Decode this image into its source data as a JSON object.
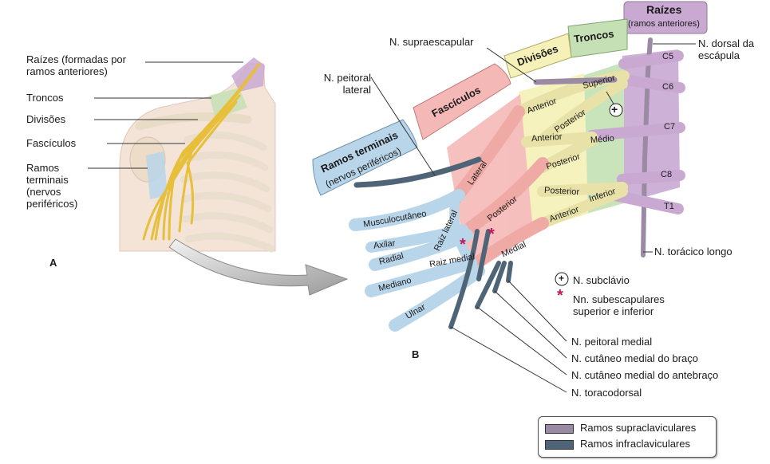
{
  "panel_a": {
    "letter": "A",
    "labels": {
      "roots": "Raízes (formadas por ramos anteriores)",
      "trunks": "Troncos",
      "divisions": "Divisões",
      "cords": "Fascículos",
      "terminal": "Ramos terminais (nervos periféricos)"
    }
  },
  "panel_b": {
    "letter": "B",
    "banners": {
      "roots_title": "Raízes",
      "roots_sub": "(ramos anteriores)",
      "trunks": "Troncos",
      "divisions": "Divisões",
      "cords": "Fascículos",
      "terminal_title": "Ramos terminais",
      "terminal_sub": "(nervos periféricos)"
    },
    "roots": [
      "C5",
      "C6",
      "C7",
      "C8",
      "T1"
    ],
    "trunks": [
      "Superior",
      "Médio",
      "Inferior"
    ],
    "divisions": [
      "Anterior",
      "Posterior",
      "Anterior",
      "Posterior",
      "Posterior",
      "Anterior"
    ],
    "cords": [
      "Lateral",
      "Posterior",
      "Medial"
    ],
    "terminals": [
      "Musculocutâneo",
      "Axilar",
      "Radial",
      "Mediano",
      "Ulnar"
    ],
    "roots_median": [
      "Raiz lateral",
      "Raiz medial"
    ],
    "callouts": {
      "suprascapular": "N. supraescapular",
      "lateral_pectoral": "N. peitoral lateral",
      "dorsal_scapular": "N. dorsal da escápula",
      "long_thoracic": "N. torácico longo",
      "subclavius": "N. subclávio",
      "subscapular": "Nn. subescapulares superior e inferior",
      "medial_pectoral": "N. peitoral medial",
      "med_cut_arm": "N. cutâneo medial do braço",
      "med_cut_forearm": "N. cutâneo medial do antebraço",
      "thoracodorsal": "N. toracodorsal"
    },
    "symbols": {
      "plus": "+",
      "star": "*"
    }
  },
  "legend": {
    "supra": "Ramos supraclaviculares",
    "infra": "Ramos infraclaviculares",
    "supra_color": "#9b8aa3",
    "infra_color": "#4f6477"
  },
  "colors": {
    "roots": "#c9a9d2",
    "trunks": "#c4e0b4",
    "divisions": "#f5f1b8",
    "cords": "#f4b9b6",
    "terminal": "#b9d5ea",
    "nerve_yellow": "#f0d060"
  }
}
